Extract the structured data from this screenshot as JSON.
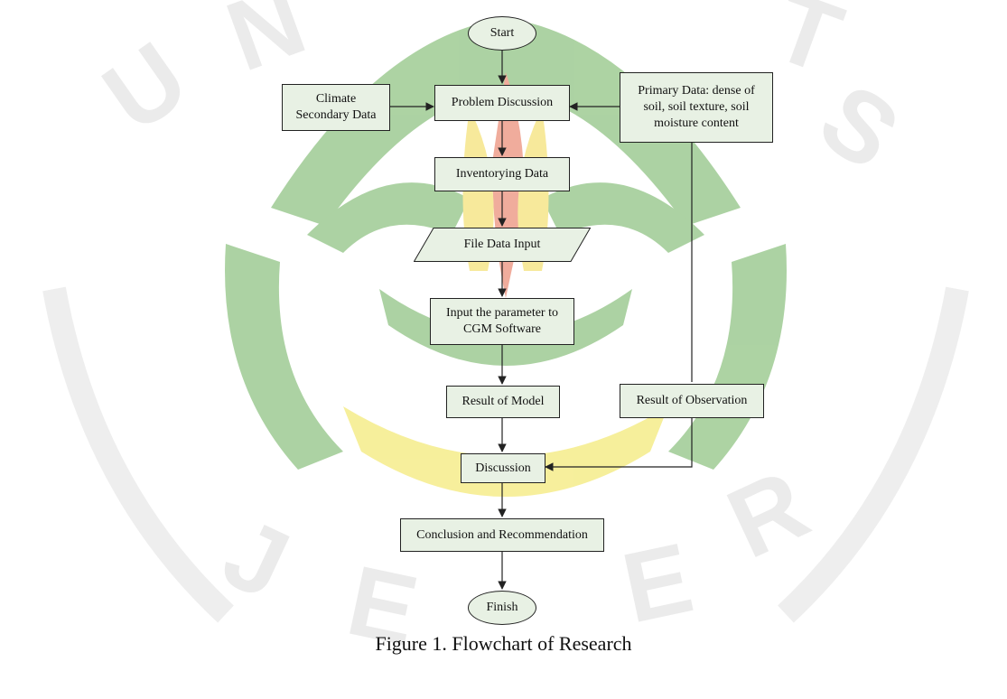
{
  "colors": {
    "watermark_green": "#5fa84f",
    "watermark_yellow": "#f0e040",
    "watermark_red": "#e0503a",
    "box_fill": "#e8f1e4",
    "line": "#222222"
  },
  "watermark": {
    "top_text": "UNIVERSITAS",
    "bottom_text": "JEMBER"
  },
  "nodes": {
    "start": "Start",
    "problem": "Problem Discussion",
    "climate_l1": "Climate",
    "climate_l2": "Secondary Data",
    "primary_l1": "Primary Data: dense of",
    "primary_l2": "soil, soil texture, soil",
    "primary_l3": "moisture content",
    "inventory": "Inventorying Data",
    "file_input": "File Data Input",
    "cgm_l1": "Input the parameter to",
    "cgm_l2": "CGM Software",
    "model": "Result of Model",
    "observation": "Result of Observation",
    "discussion": "Discussion",
    "conclusion": "Conclusion and Recommendation",
    "finish": "Finish"
  },
  "caption": "Figure 1. Flowchart of Research"
}
